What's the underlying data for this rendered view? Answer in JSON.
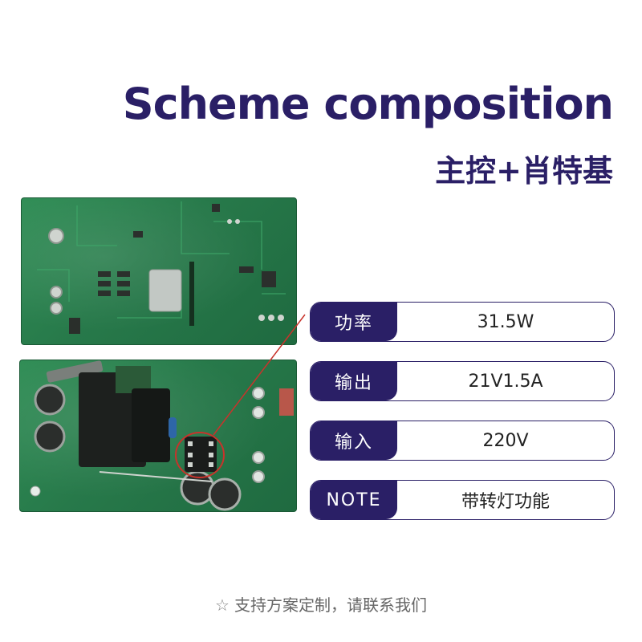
{
  "header": {
    "title": "Scheme composition",
    "subtitle": "主控+肖特基"
  },
  "specs": [
    {
      "label": "功率",
      "value": "31.5W"
    },
    {
      "label": "输出",
      "value": "21V1.5A"
    },
    {
      "label": "输入",
      "value": "220V"
    },
    {
      "label": "NOTE",
      "value": "带转灯功能"
    }
  ],
  "footer": {
    "star_icon": "star-outline-icon",
    "text": "支持方案定制，请联系我们"
  },
  "colors": {
    "brand": "#2a1f66",
    "board_green": "#2f8d55",
    "callout_red": "#c8332b"
  }
}
